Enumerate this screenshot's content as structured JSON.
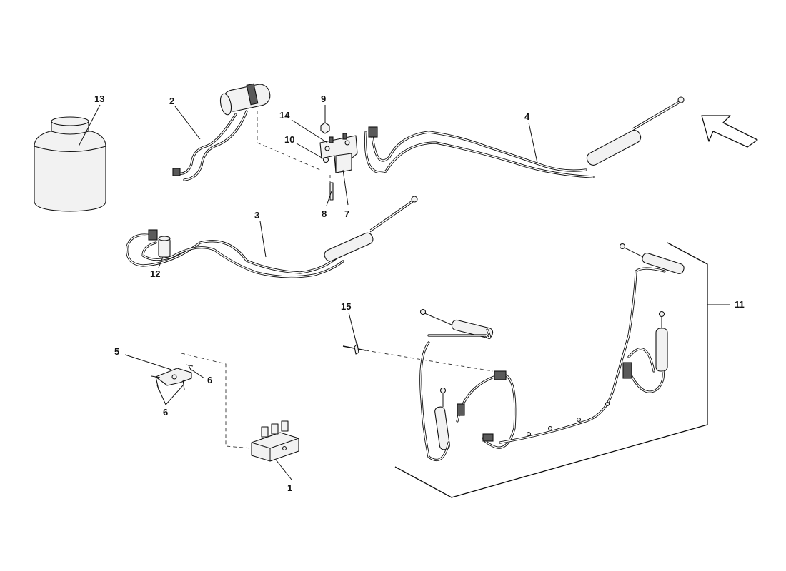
{
  "callouts": [
    "1",
    "2",
    "3",
    "4",
    "5",
    "6",
    "6",
    "7",
    "8",
    "9",
    "10",
    "11",
    "12",
    "13",
    "14",
    "15"
  ],
  "icons": {
    "direction_arrow": "front-direction-arrow-icon"
  }
}
